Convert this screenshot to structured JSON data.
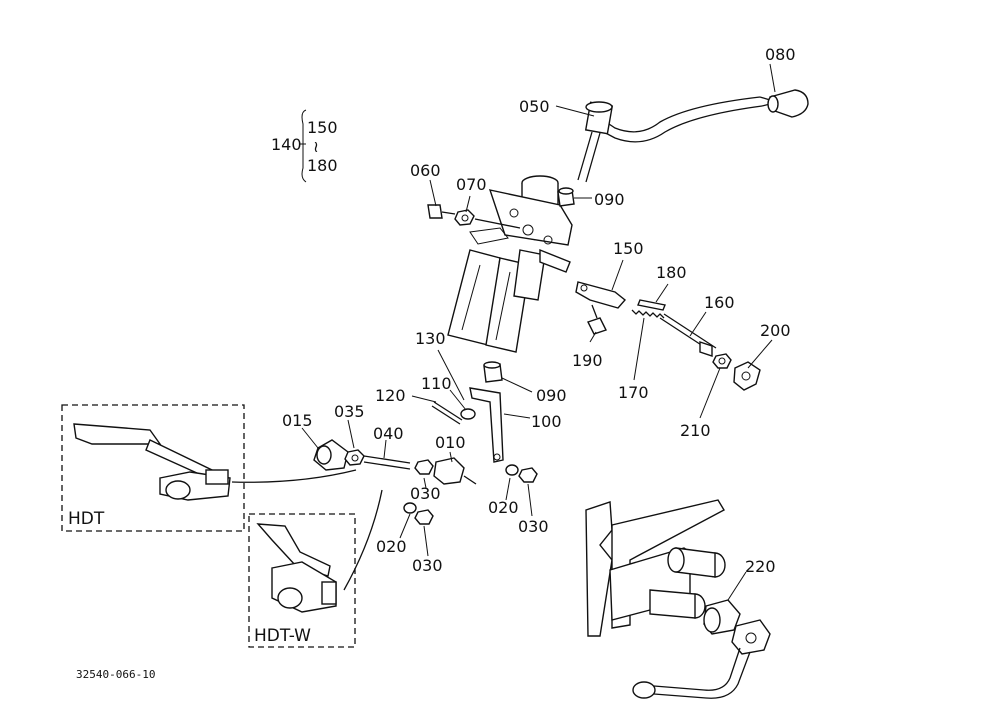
{
  "labels": {
    "p080": "080",
    "p050": "050",
    "p140": "140",
    "p150a": "150",
    "p180a": "180",
    "p060": "060",
    "p070": "070",
    "p090a": "090",
    "p150": "150",
    "p180": "180",
    "p160": "160",
    "p200": "200",
    "p190": "190",
    "p170": "170",
    "p210": "210",
    "p130": "130",
    "p110": "110",
    "p120": "120",
    "p090b": "090",
    "p100": "100",
    "p015": "015",
    "p035": "035",
    "p040": "040",
    "p010": "010",
    "p030a": "030",
    "p020a": "020",
    "p030b": "030",
    "p020b": "020",
    "p030c": "030",
    "p220": "220"
  },
  "boxes": {
    "hdt": "HDT",
    "hdtw": "HDT-W"
  },
  "drawing_code": "32540-066-10"
}
